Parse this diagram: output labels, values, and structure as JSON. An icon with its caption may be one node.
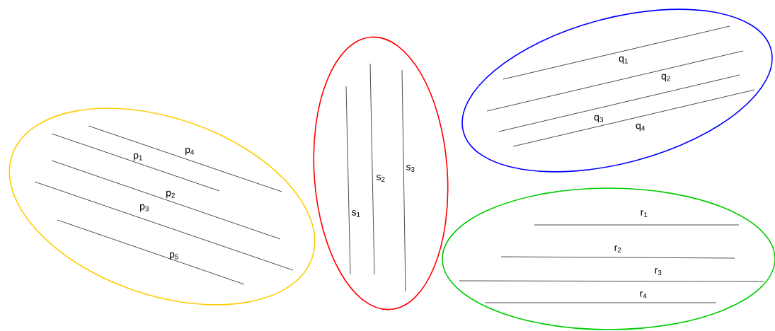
{
  "diagram": {
    "nodes": [
      {
        "text": [
          "p$_{1}$",
          "p$_{2}$",
          "p$_{3}$",
          "p$_{4}$",
          "p$_{5}$"
        ]
      },
      {
        "text": [
          "s$_{1}$",
          "s$_{2}$",
          "s$_{3}$"
        ]
      },
      {
        "text": [
          "q$_{1}$",
          "q$_{2}$",
          "q$_{3}$",
          "q$_{4}$"
        ]
      },
      {
        "text": [
          "r$_{1}$",
          "r$_{2}$",
          "r$_{3}$",
          "r$_{4}$"
        ]
      }
    ]
  }
}
